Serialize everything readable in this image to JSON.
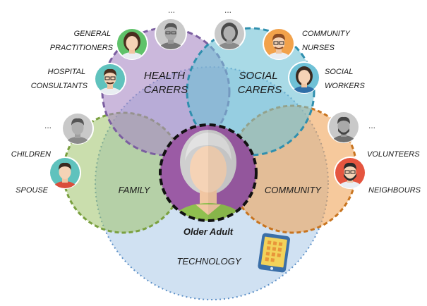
{
  "groups": {
    "health": "HEALTH\nCARERS",
    "social": "SOCIAL\nCARERS",
    "family": "FAMILY",
    "community": "COMMUNITY",
    "technology": "TECHNOLOGY",
    "center": "Older Adult"
  },
  "people": {
    "gp": "GENERAL\nPRACTITIONERS",
    "consultants": "HOSPITAL\nCONSULTANTS",
    "community_nurses": "COMMUNITY\nNURSES",
    "social_workers": "SOCIAL\nWORKERS",
    "children": "CHILDREN",
    "spouse": "SPOUSE",
    "volunteers": "VOLUNTEERS",
    "neighbours": "NEIGHBOURS",
    "more": "..."
  },
  "colors": {
    "health": "#a889c4",
    "social": "#6fc1d6",
    "family": "#9fc36a",
    "community": "#f0a55a",
    "technology": "#a9c8e8",
    "center": "#9b5ba5"
  },
  "icons": {
    "tablet": "tablet-icon",
    "avatar": "person-avatar-icon"
  }
}
